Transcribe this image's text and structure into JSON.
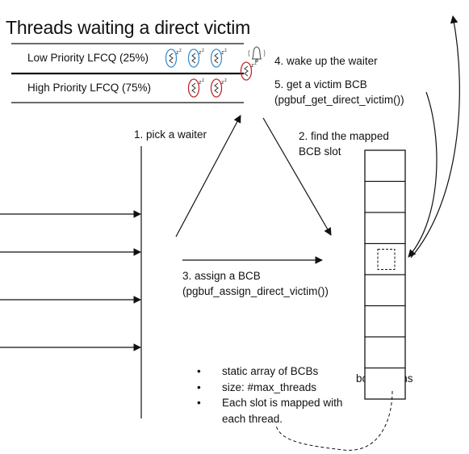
{
  "title": "Threads waiting a direct victim",
  "queues": [
    {
      "label": "Low Priority LFCQ (25%)",
      "color": "#3a8fd0",
      "waiters": 3
    },
    {
      "label": "High Priority LFCQ (75%)",
      "color": "#c0282c",
      "waiters": 2
    }
  ],
  "steps": {
    "step1": "1. pick a waiter",
    "step2": [
      "2. find the mapped",
      "BCB slot"
    ],
    "step3": [
      "3. assign a BCB",
      "(pgbuf_assign_direct_victim())"
    ],
    "step4": "4. wake up the waiter",
    "step5": [
      "5. get a victim BCB",
      "(pgbuf_get_direct_victim())"
    ]
  },
  "array": {
    "label": "bcb_victims",
    "slot_count": 8,
    "highlighted_slot_index": 3
  },
  "bullets": {
    "marker": "•",
    "items": [
      "static array of BCBs",
      "size: #max_threads",
      "Each slot is mapped with each thread."
    ]
  },
  "icons": {
    "waiter": "sleeping-thread-icon",
    "bell": "alarm-bell-icon"
  },
  "colors": {
    "line": "#111111",
    "low_priority": "#3a8fd0",
    "high_priority": "#c0282c"
  },
  "incoming_arrow_count": 4
}
